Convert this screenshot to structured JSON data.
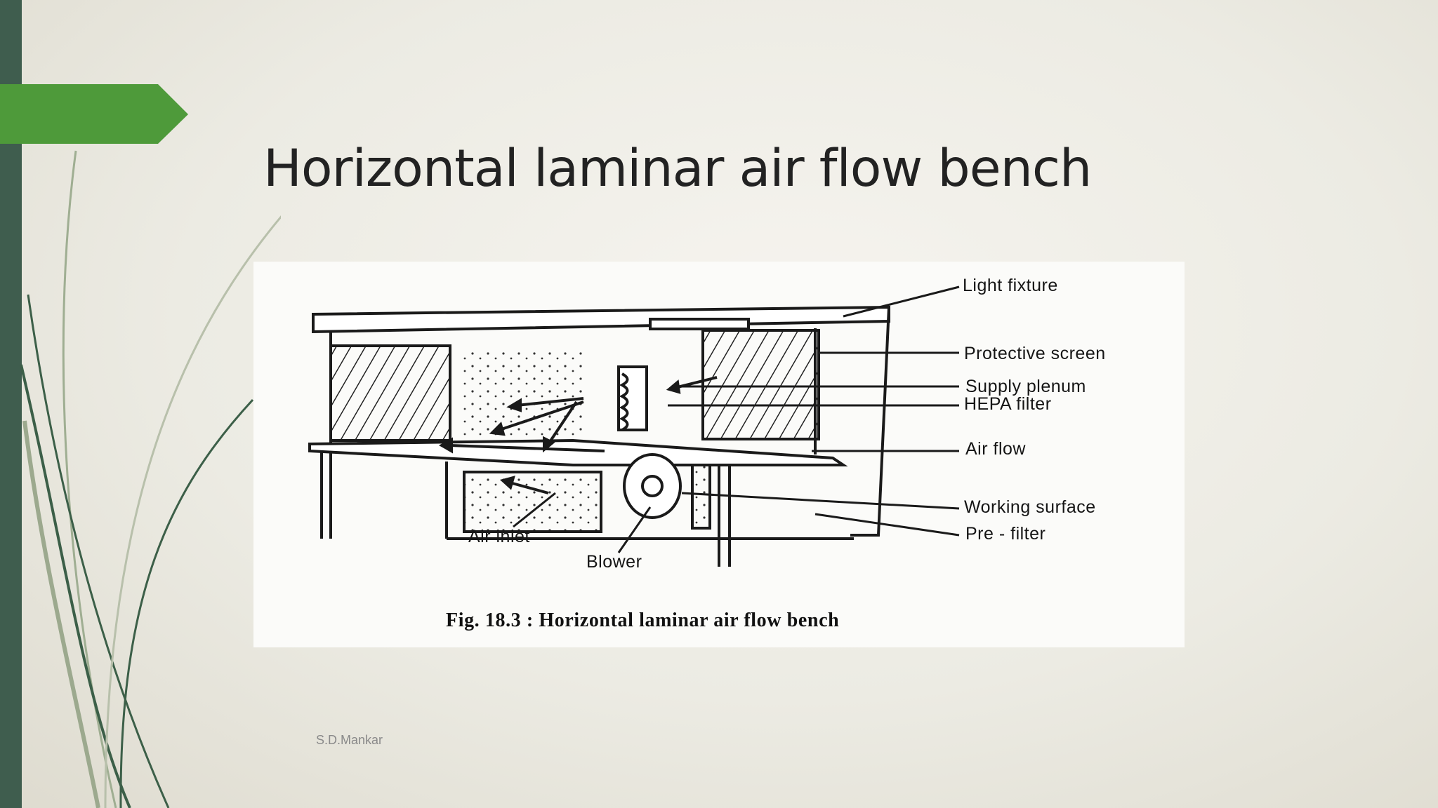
{
  "slide": {
    "title": "Horizontal laminar air flow bench",
    "footer": "S.D.Mankar"
  },
  "figure": {
    "labels": {
      "light_fixture": "Light fixture",
      "protective_screen": "Protective screen",
      "supply_plenum": "Supply plenum",
      "hepa_filter": "HEPA filter",
      "air_flow": "Air flow",
      "working_surface": "Working surface",
      "pre_filter": "Pre - filter",
      "air_inlet": "Air inlet",
      "blower": "Blower"
    },
    "caption": "Fig. 18.3 : Horizontal laminar air flow bench"
  },
  "colors": {
    "accent_green": "#4e9a3a",
    "sidebar_dark": "#3f5d4e",
    "vine_green": "#3c5f48"
  }
}
